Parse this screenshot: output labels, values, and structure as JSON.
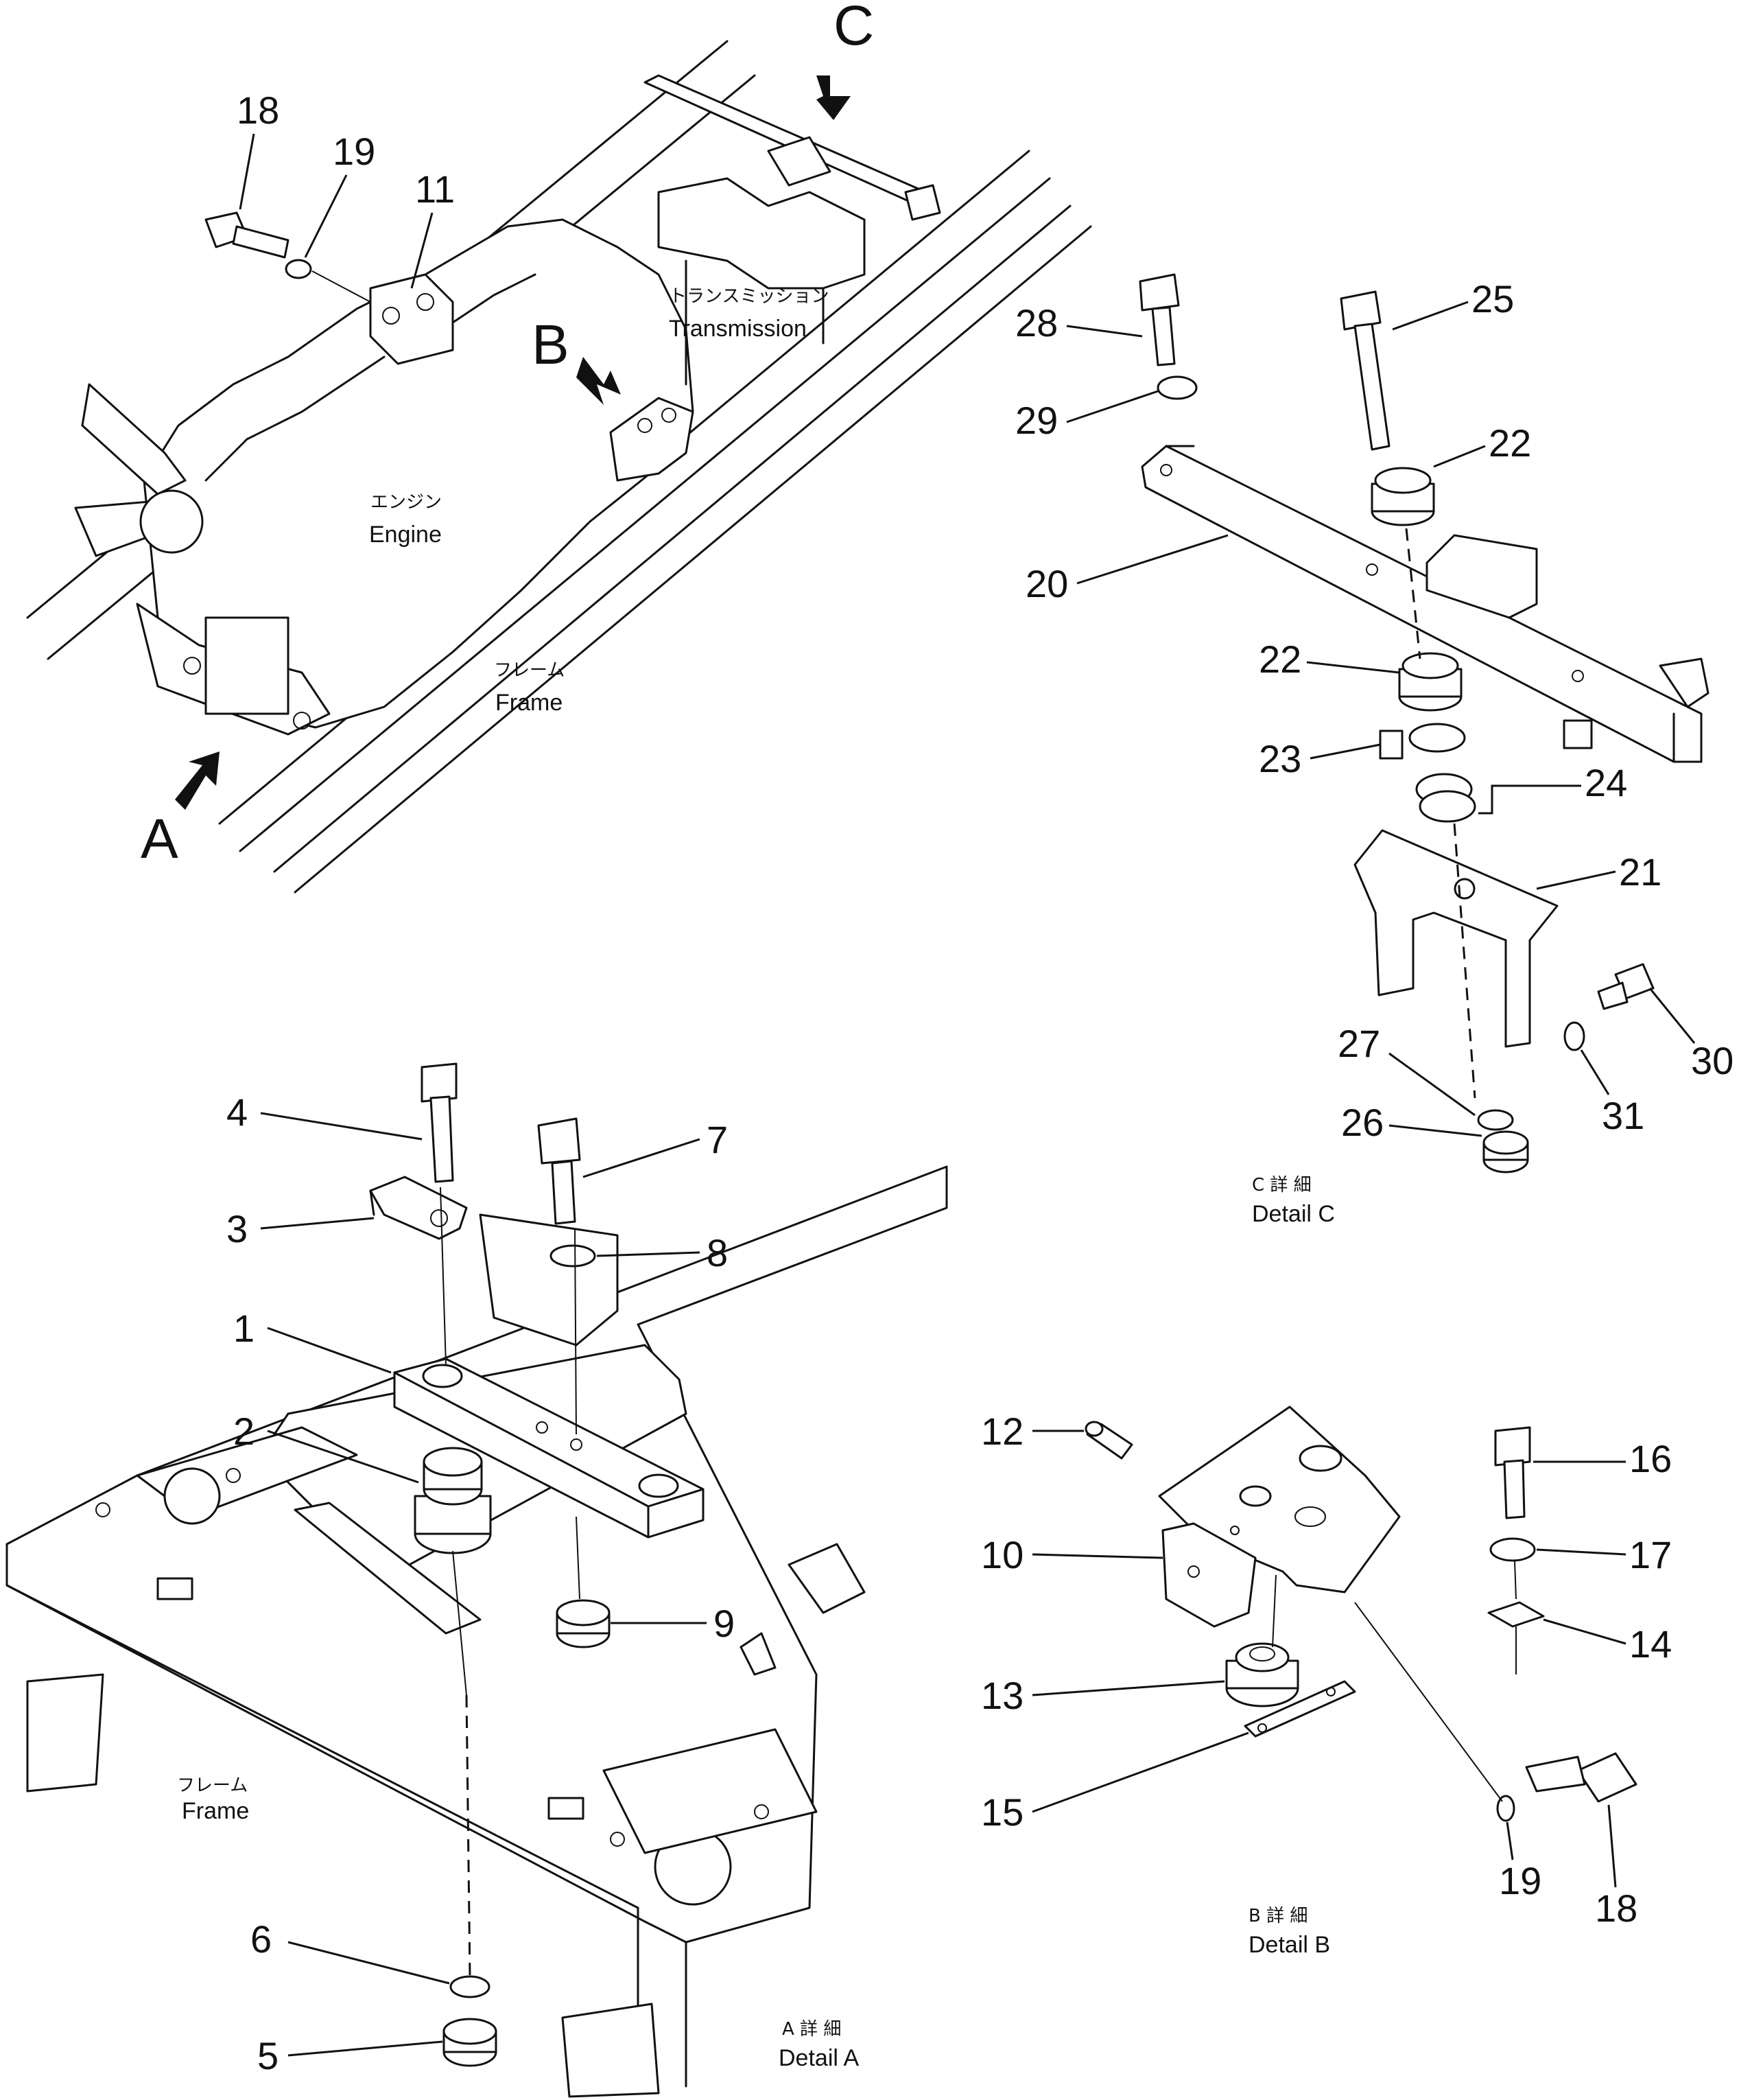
{
  "views": {
    "overview": {
      "engine": {
        "jp": "エンジン",
        "en": "Engine"
      },
      "transmission": {
        "jp": "トランスミッション",
        "en": "Transmission"
      },
      "frame": {
        "jp": "フレーム",
        "en": "Frame"
      },
      "view_a": "A",
      "view_b": "B",
      "view_c": "C",
      "parts": [
        "18",
        "19",
        "11"
      ]
    },
    "detail_a": {
      "caption_jp": "A 詳 細",
      "caption_en": "Detail A",
      "frame": {
        "jp": "フレーム",
        "en": "Frame"
      },
      "parts": [
        "4",
        "3",
        "7",
        "8",
        "1",
        "2",
        "9",
        "6",
        "5"
      ]
    },
    "detail_b": {
      "caption_jp": "B 詳 細",
      "caption_en": "Detail B",
      "parts": [
        "12",
        "16",
        "10",
        "17",
        "14",
        "13",
        "15",
        "19",
        "18"
      ]
    },
    "detail_c": {
      "caption_jp": "C 詳 細",
      "caption_en": "Detail C",
      "parts": [
        "28",
        "25",
        "29",
        "22",
        "20",
        "22",
        "23",
        "24",
        "21",
        "30",
        "27",
        "31",
        "26"
      ]
    }
  }
}
